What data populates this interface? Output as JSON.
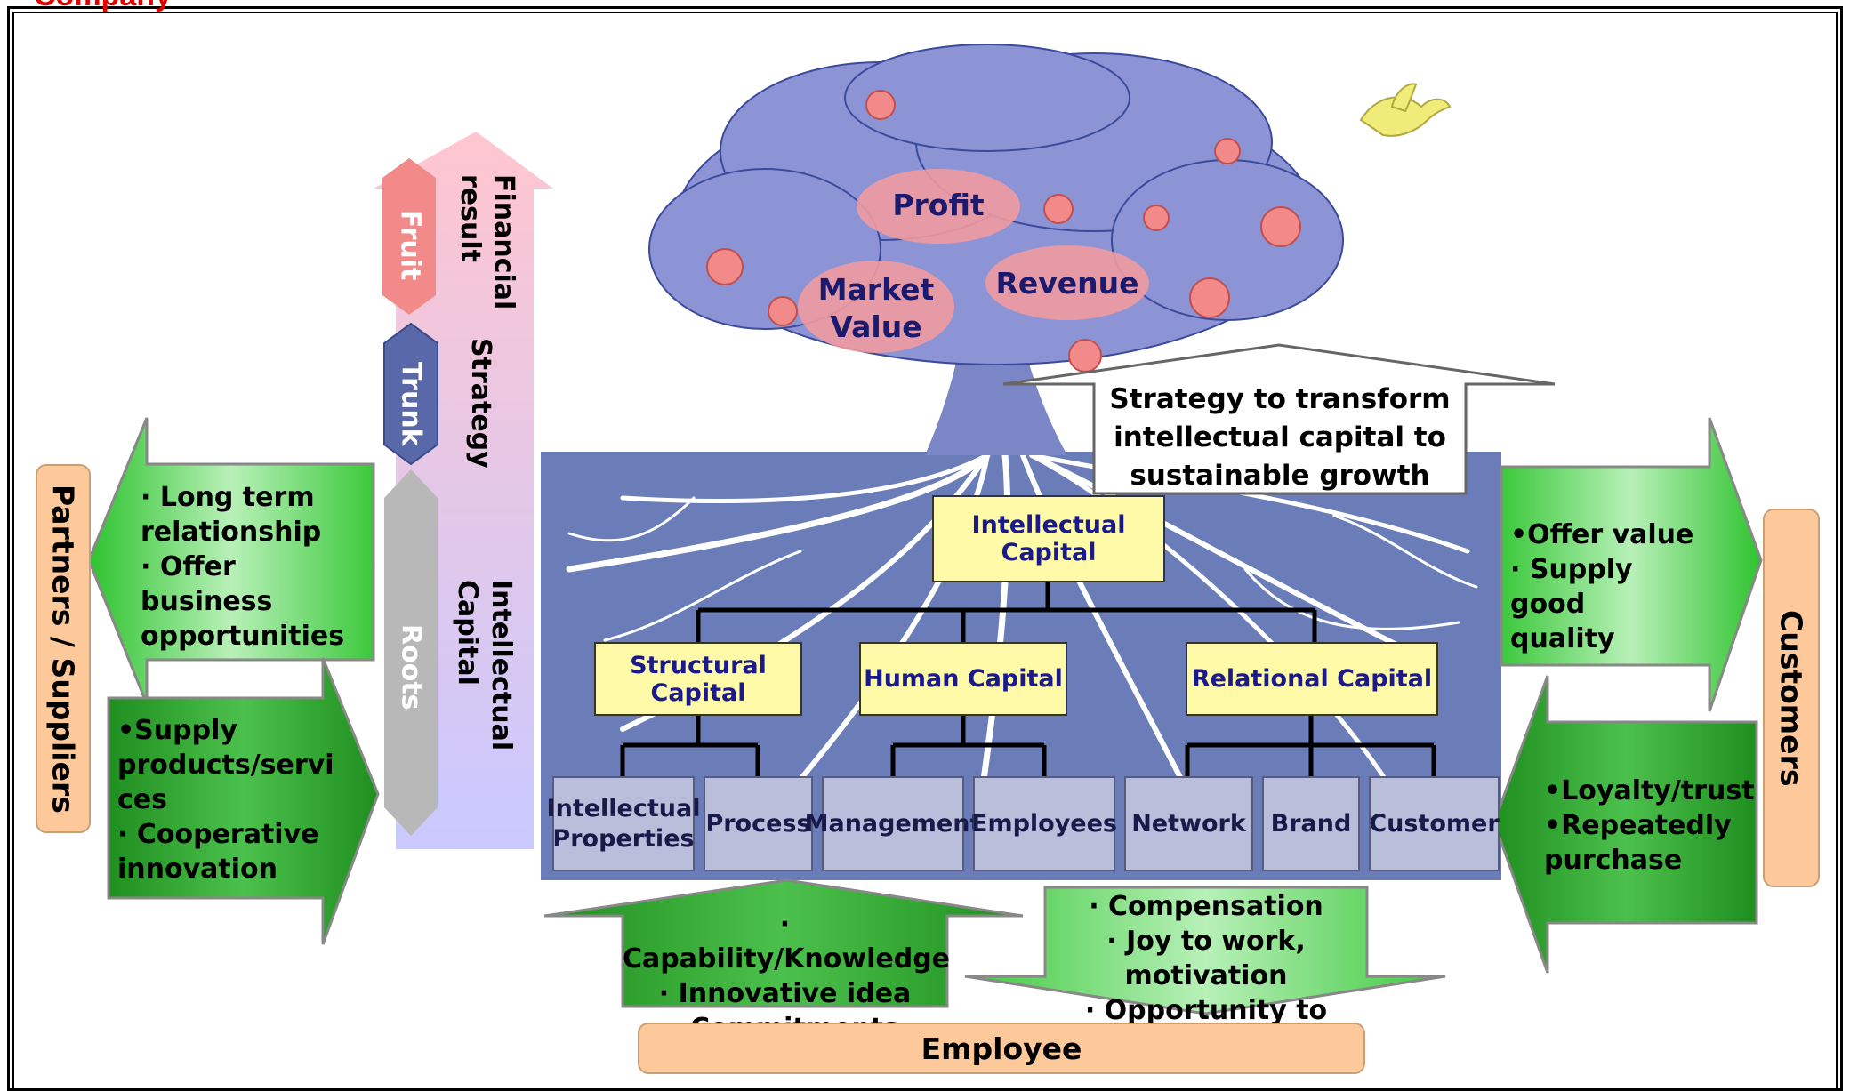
{
  "company_label": "Company",
  "tree": {
    "profit": "Profit",
    "revenue": "Revenue",
    "market_value": "Market\nValue"
  },
  "strategy_callout": "Strategy to transform\nintellectual capital to\nsustainable growth",
  "stages": {
    "fruit": "Fruit",
    "trunk": "Trunk",
    "roots": "Roots",
    "financial_result": "Financial\nresult",
    "strategy": "Strategy",
    "intellectual_capital": "Intellectual\nCapital"
  },
  "hierarchy": {
    "root": "Intellectual Capital",
    "level2": [
      "Structural Capital",
      "Human Capital",
      "Relational Capital"
    ],
    "level3": [
      "Intellectual\nProperties",
      "Process",
      "Management",
      "Employees",
      "Network",
      "Brand",
      "Customer"
    ]
  },
  "partners": {
    "label": "Partners / Suppliers",
    "offer_text": "· Long term\n  relationship\n· Offer business\n  opportunities",
    "receive_text": "•Supply\n  products/servi\n  ces\n· Cooperative\n  innovation"
  },
  "customers": {
    "label": "Customers",
    "offer_text": "•Offer value\n· Supply good\n  quality",
    "receive_text": "•Loyalty/trust\n•Repeatedly\n  purchase"
  },
  "employee": {
    "label": "Employee",
    "contribute_text": "· Capability/Knowledge\n· Innovative idea\n· Commitments",
    "receive_text": "· Compensation\n· Joy to work, motivation\n· Opportunity to grow"
  },
  "colors": {
    "panel_blue": "#6a7db8",
    "box_yellow": "#fffaa8",
    "box_gray": "#b9bedb",
    "arrow_green": "#5ed65e",
    "arrow_dark_green": "#2a9a2a",
    "peach": "#fdc99a",
    "fruit_pink": "#f28a8a",
    "trunk_blue": "#5868a8",
    "roots_gray": "#b8b8b8",
    "title_red": "#e00000"
  }
}
